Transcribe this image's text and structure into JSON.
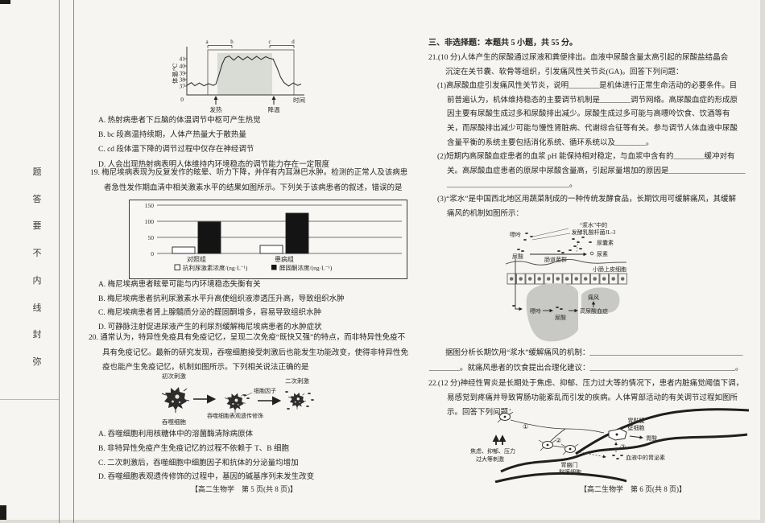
{
  "sidebar": {
    "seal_chars": [
      "题",
      "答",
      "要",
      "不",
      "内",
      "线",
      "封",
      "弥"
    ]
  },
  "left_page": {
    "q18": {
      "options": [
        "A. 热射病患者下丘脑的体温调节中枢可产生热觉",
        "B. bc 段高温持续期，人体产热量大于散热量",
        "C. cd 段体温下降的调节过程中仅存在神经调节",
        "D. 人会出现热射病表明人体维持内环境稳态的调节能力存在一定限度"
      ]
    },
    "q19": {
      "stem_lines": [
        "19. 梅尼埃病表现为反复发作的眩晕、听力下降，并伴有内耳淋巴水肿。检测的正常人及该病患",
        "者急性发作期血清中相关激素水平的结果如图所示。下列关于该病患者的叙述，错误的是"
      ],
      "options": [
        "A. 梅尼埃病患者眩晕可能与内环境稳态失衡有关",
        "B. 梅尼埃病患者抗利尿激素水平升高使组织液渗透压升高，导致组织水肿",
        "C. 梅尼埃病患者肾上腺髓质分泌的醛固酮增多，容易导致组织水肿",
        "D. 可静脉注射促进尿液产生的利尿剂缓解梅尼埃病患者的水肿症状"
      ]
    },
    "q20": {
      "stem_lines": [
        "20. 通常认为，特异性免疫具有免疫记忆，呈现二次免疫“既快又强”的特点，而非特异性免疫不",
        "具有免疫记忆。最新的研究发现，吞噬细胞接受刺激后也能发生功能改变，使得非特异性免",
        "疫也能产生免疫记忆，机制如图所示。下列相关说法正确的是"
      ],
      "figure": {
        "first_stimulus": "初次刺激",
        "phagocyte": "吞噬细胞",
        "cytokine": "细胞因子",
        "epigenetic": "吞噬细胞表观遗传修饰",
        "second_stimulus": "二次刺激"
      },
      "options": [
        "A. 吞噬细胞利用核糖体中的溶菌酶清除病原体",
        "B. 非特异性免疫产生免疫记忆的过程不依赖于 T、B 细胞",
        "C. 二次刺激后，吞噬细胞中细胞因子和抗体的分泌量均增加",
        "D. 吞噬细胞表观遗传修饰的过程中，基因的碱基序列未发生改变"
      ]
    },
    "footer": "【高二生物学　第 5 页(共 8 页)】"
  },
  "right_page": {
    "section_heading": "三、非选择题：本题共 5 小题，共 55 分。",
    "q21": {
      "lines": [
        "21.(10 分)人体产生的尿酸通过尿液和粪便排出。血液中尿酸含量太高引起的尿酸盐结晶会",
        "沉淀在关节囊、软骨等组织，引发痛风性关节炎(GA)。回答下列问题：",
        "(1)高尿酸血症引发痛风性关节炎，说明________是机体进行正常生命活动的必要条件。目",
        "前普遍认为，机体维持稳态的主要调节机制是________调节网络。高尿酸血症的形成原",
        "因主要有尿酸生成过多和尿酸排出减少。尿酸生成过多可能与高嘌呤饮食、饮酒等有",
        "关，而尿酸排出减少可能与慢性肾脏病、代谢综合征等有关。参与调节人体血液中尿酸",
        "含量平衡的系统主要包括消化系统、循环系统以及________。",
        "(2)短期内高尿酸血症患者的血浆 pH 能保持相对稳定，与血浆中含有的________缓冲对有",
        "关。高尿酸血症患者的原尿中尿酸含量高，引起尿量增加的原因是____________________",
        "________________________________。",
        "(3)“浆水”是中国西北地区用蔬菜制成的一种传统发酵食品，长期饮用可缓解痛风，其缓解",
        "痛风的机制如图所示："
      ],
      "figure": {
        "jl3_line1": "“浆水”中的",
        "jl3_line2": "发酵乳酸杆菌JL-3",
        "purine": "嘌呤",
        "uric_acid": "尿酸",
        "gut_flora": "肠道菌群",
        "allantoin": "尿囊素",
        "urea": "尿素",
        "epithelium": "小肠上皮细胞",
        "liver_purine": "嘌呤",
        "liver_uric_acid": "尿酸",
        "hyperuricemia": "高尿酸血症",
        "gout": "痛风"
      },
      "mech_lines": [
        "据图分析长期饮用“浆水”缓解痛风的机制：________________________________________",
        "________。就痛风患者的饮食提出合理化建议：______________________________________。"
      ]
    },
    "q22": {
      "lines": [
        "22.(12 分)神经性胃炎是长期处于焦虑、抑郁、压力过大等的情况下，患者内脏痛觉阈值下调，",
        "易感觉到疼痛并导致胃肠功能紊乱而引发的疾病。人体胃部活动的有关调节过程如图所",
        "示。回答下列问题："
      ],
      "figure": {
        "n1": "①",
        "n2": "②",
        "n3": "③",
        "stimulus_line1": "焦虑、抑郁、压力",
        "stimulus_line2": "过大等刺激",
        "pyloric_line1": "胃幽门",
        "pyloric_line2": "黏膜细胞",
        "parietal_line1": "胃黏膜",
        "parietal_line2": "壁细胞",
        "acid": "胃酸",
        "gastrin": "血液中的胃泌素"
      }
    },
    "footer": "【高二生物学　第 6 页(共 8 页)】"
  },
  "chart_data": [
    {
      "type": "line",
      "xlabel": "时间",
      "ylabel": "体温/℃",
      "yticks": [
        37,
        38,
        39,
        40,
        41
      ],
      "origin_label": "0",
      "x_event_labels": [
        "发热",
        "降温"
      ],
      "segment_labels": [
        "a",
        "b",
        "c",
        "d"
      ],
      "plateau_band_x": [
        2.7,
        7.5
      ],
      "series": [
        {
          "name": "体温",
          "x": [
            0,
            0.4,
            0.7,
            1.1,
            1.5,
            1.9,
            2.3,
            2.55,
            2.8,
            3.1,
            3.35,
            3.7,
            4.1,
            4.5,
            4.9,
            5.3,
            5.7,
            6.1,
            6.5,
            6.9,
            7.25,
            7.55,
            7.9,
            8.2,
            8.5,
            8.9,
            9.3,
            9.7,
            10
          ],
          "y": [
            37.1,
            37.5,
            37.05,
            37.45,
            37.05,
            37.35,
            37.1,
            37.3,
            38.6,
            40.2,
            41.1,
            41.35,
            40.75,
            41.3,
            40.8,
            41.25,
            40.8,
            41.3,
            40.85,
            41.25,
            41.0,
            40.9,
            39.6,
            38.3,
            37.5,
            37.0,
            37.45,
            37.1,
            37.3
          ]
        }
      ]
    },
    {
      "type": "bar",
      "categories": [
        "对照组",
        "患病组"
      ],
      "series": [
        {
          "name": "抗利尿激素浓度/(ng·L⁻¹)",
          "values": [
            20,
            25
          ],
          "fill": "#ffffff"
        },
        {
          "name": "醛固酮浓度/(ng·L⁻¹)",
          "values": [
            98,
            125
          ],
          "fill": "#141414"
        }
      ],
      "ylim": [
        0,
        150
      ],
      "yticks": [
        0,
        50,
        100,
        150
      ],
      "legend_position": "bottom"
    }
  ]
}
